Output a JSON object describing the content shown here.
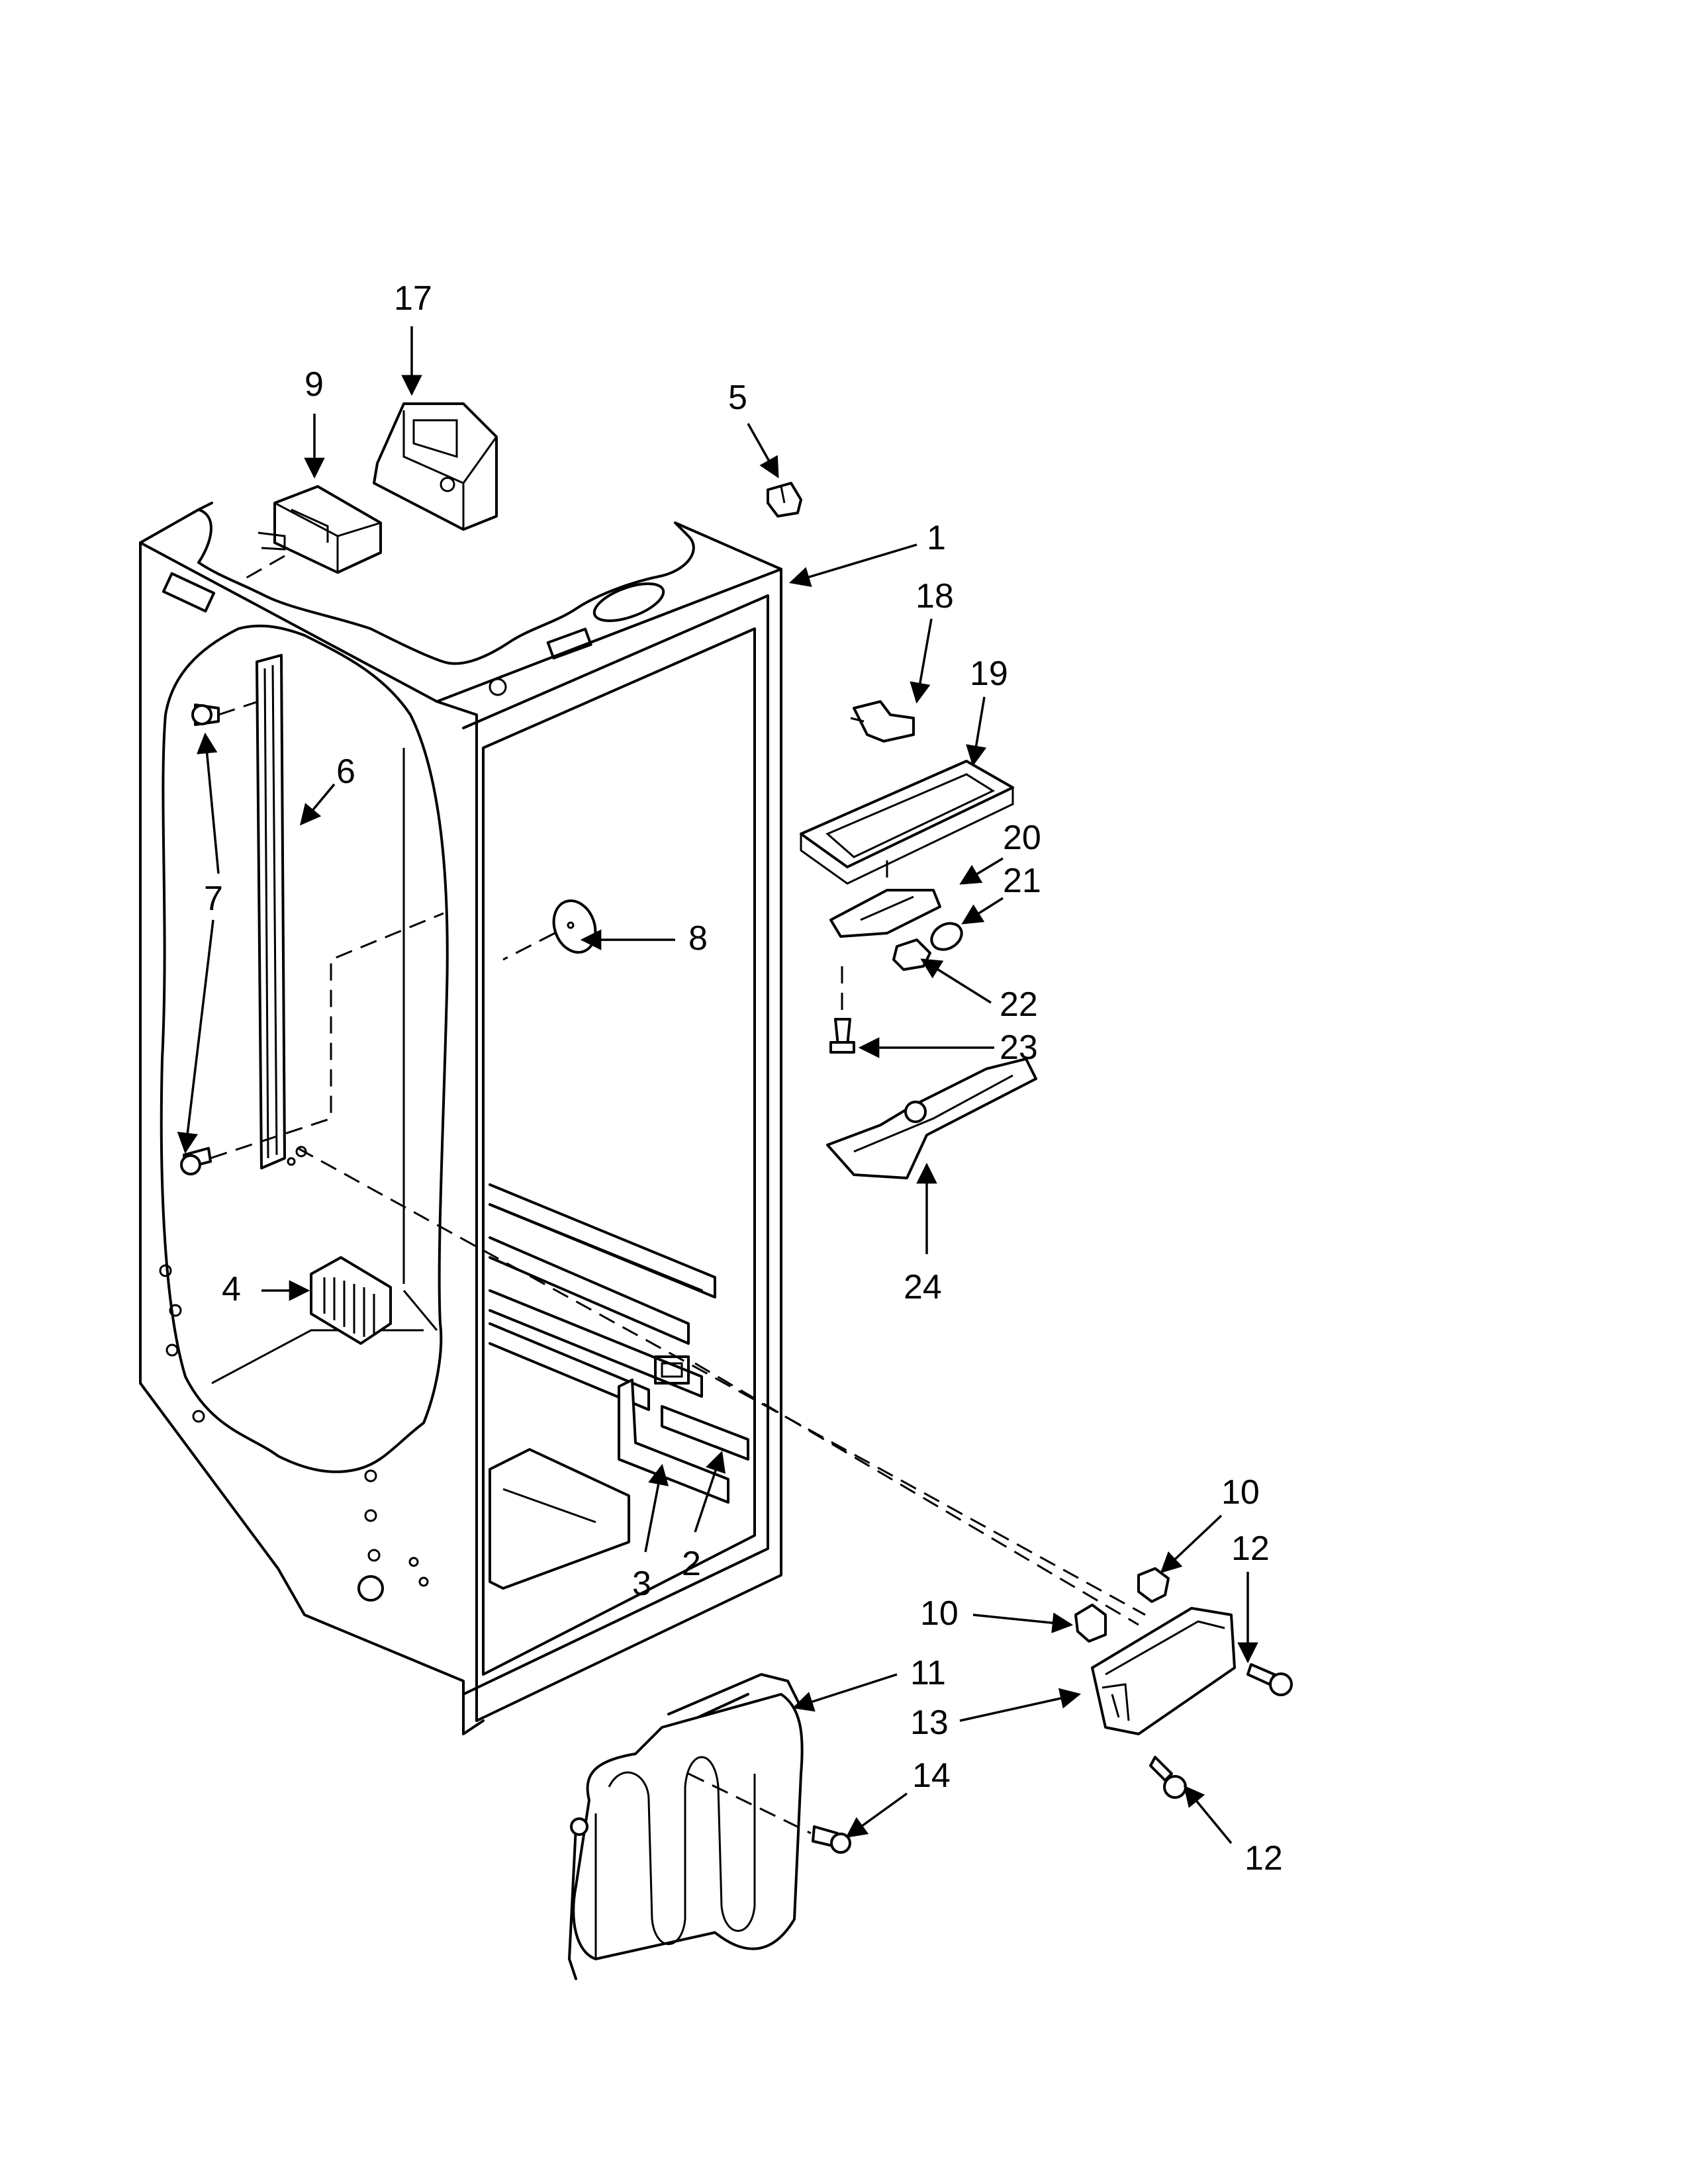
{
  "callouts": {
    "c1": "1",
    "c2": "2",
    "c3": "3",
    "c4": "4",
    "c5": "5",
    "c6": "6",
    "c7": "7",
    "c8": "8",
    "c9": "9",
    "c10a": "10",
    "c10b": "10",
    "c11": "11",
    "c12a": "12",
    "c12b": "12",
    "c13": "13",
    "c14": "14",
    "c17": "17",
    "c18": "18",
    "c19": "19",
    "c20": "20",
    "c21": "21",
    "c22": "22",
    "c23": "23",
    "c24": "24"
  },
  "colors": {
    "line": "#000000",
    "background": "#ffffff"
  }
}
